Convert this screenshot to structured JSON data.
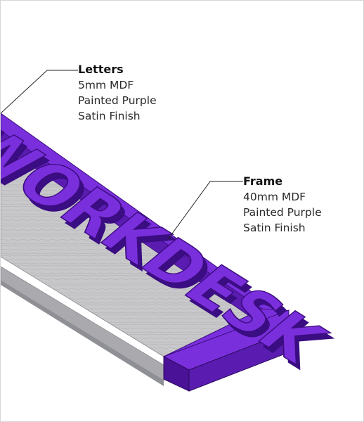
{
  "sign_text": "WORKDESK",
  "colors": {
    "purple": "#7a2fdc",
    "purple_dark": "#5a1cb0",
    "purple_side": "#4a1296",
    "panel": "#c9c9cc",
    "panel_edge": "#9c9ca2"
  },
  "callouts": {
    "letters": {
      "title": "Letters",
      "lines": [
        "5mm MDF",
        "Painted Purple",
        "Satin Finish"
      ]
    },
    "frame": {
      "title": "Frame",
      "lines": [
        "40mm MDF",
        "Painted Purple",
        "Satin Finish"
      ]
    }
  }
}
